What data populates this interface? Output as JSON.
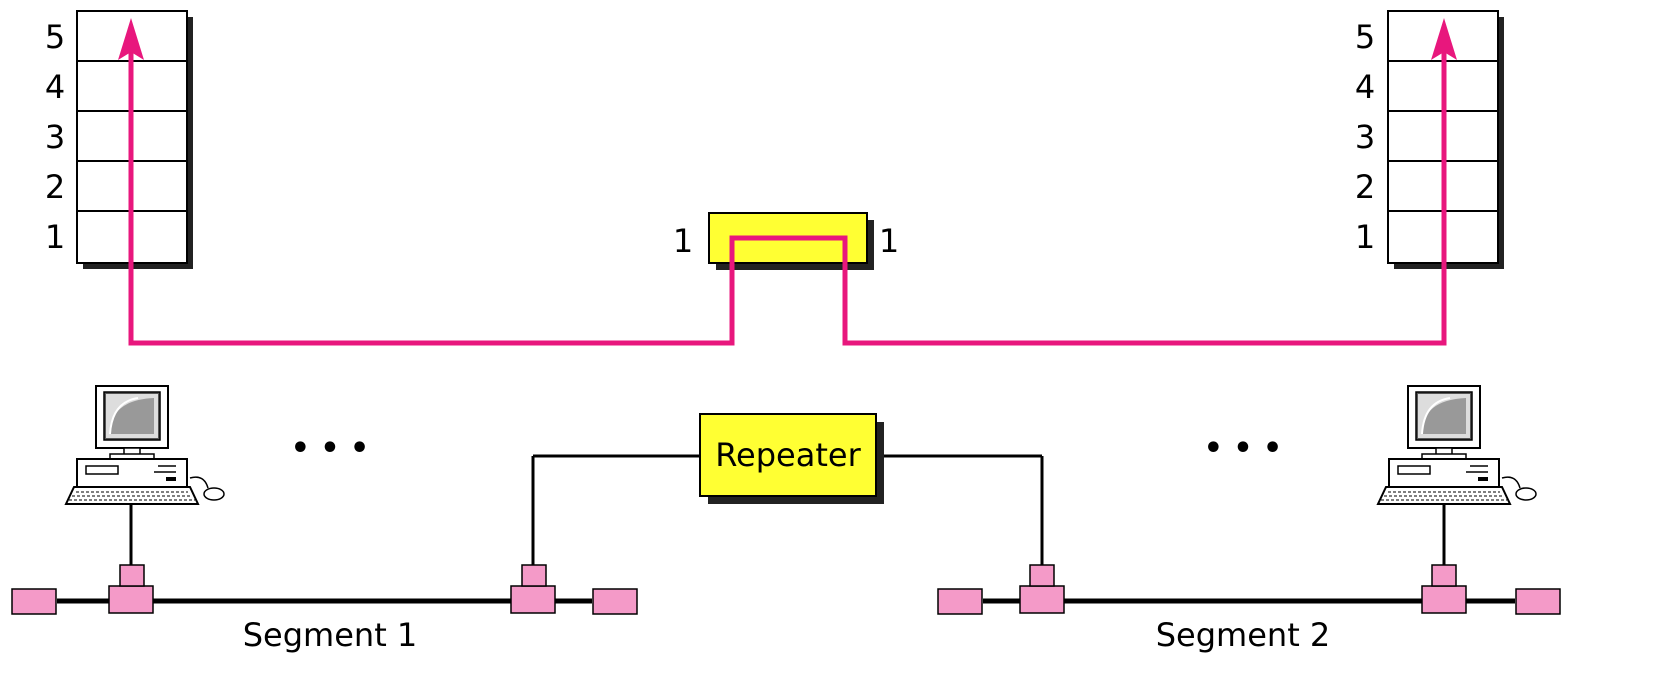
{
  "left_stack": {
    "layers": [
      "5",
      "4",
      "3",
      "2",
      "1"
    ]
  },
  "right_stack": {
    "layers": [
      "5",
      "4",
      "3",
      "2",
      "1"
    ]
  },
  "repeater_layer": {
    "left_label": "1",
    "right_label": "1"
  },
  "repeater": {
    "label": "Repeater"
  },
  "segments": [
    {
      "label": "Segment 1"
    },
    {
      "label": "Segment 2"
    }
  ],
  "ellipsis": "• • •",
  "colors": {
    "path": "#e8177d",
    "repeater_fill": "#ffff33",
    "tap": "#f49ac8",
    "shadow": "#222222"
  }
}
